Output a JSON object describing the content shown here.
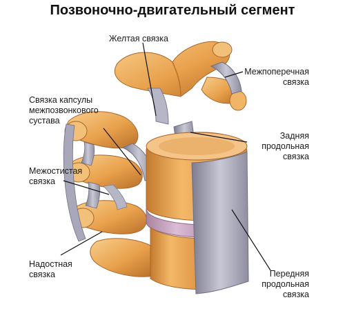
{
  "title": "Позвоночно-двигательный сегмент",
  "colors": {
    "bone": "#e9a14c",
    "bone_light": "#f6c680",
    "bone_dark": "#b8702a",
    "ligament": "#8f8ea0",
    "ligament_light": "#c9c8d6",
    "disc": "#c7a3c0",
    "leader_line": "#111111"
  },
  "labels": {
    "yellow_ligament": "Желтая связка",
    "intertransverse_ligament": [
      "Межпоперечная",
      "связка"
    ],
    "facet_capsule_ligament": [
      "Связка капсулы",
      "межпозвонкового",
      "сустава"
    ],
    "posterior_longitudinal_ligament": [
      "Задняя",
      "продольная",
      "связка"
    ],
    "interspinous_ligament": [
      "Межостистая",
      "связка"
    ],
    "supraspinous_ligament": [
      "Надостная",
      "связка"
    ],
    "anterior_longitudinal_ligament": [
      "Передняя",
      "продольная",
      "связка"
    ]
  }
}
